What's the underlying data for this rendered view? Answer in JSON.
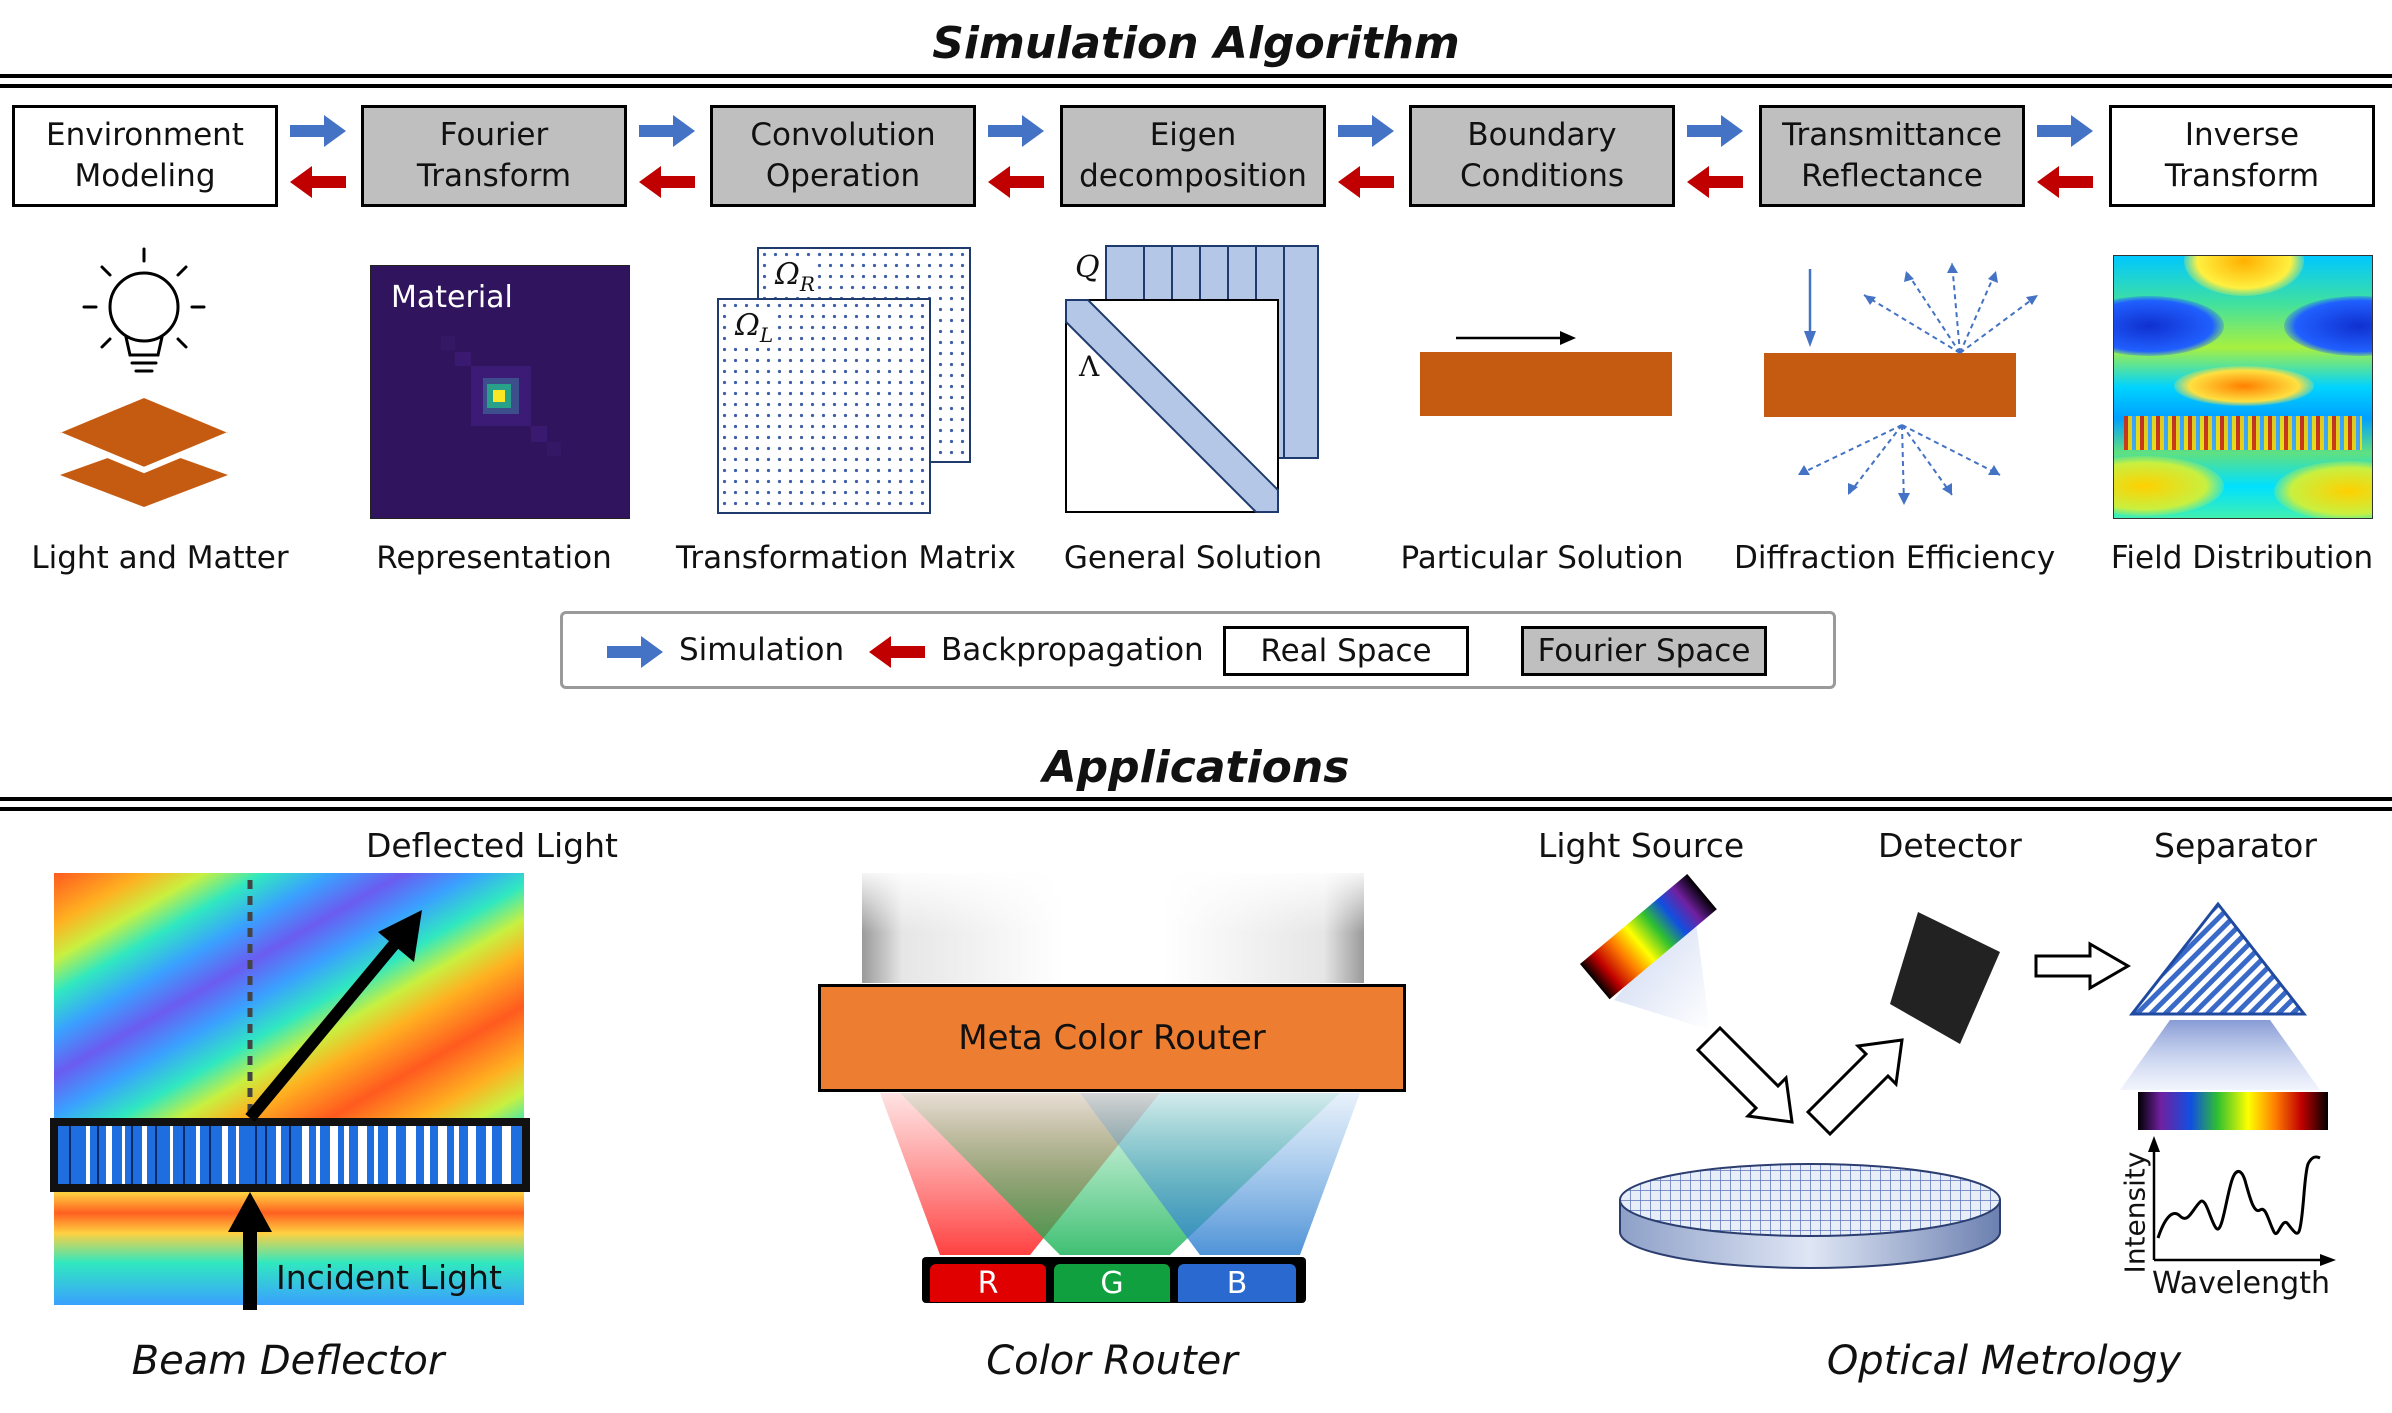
{
  "sections": {
    "simulation_title": "Simulation Algorithm",
    "applications_title": "Applications"
  },
  "pipeline": {
    "stages": [
      {
        "line1": "Environment",
        "line2": "Modeling",
        "space": "real"
      },
      {
        "line1": "Fourier",
        "line2": "Transform",
        "space": "fourier"
      },
      {
        "line1": "Convolution",
        "line2": "Operation",
        "space": "fourier"
      },
      {
        "line1": "Eigen",
        "line2": "decomposition",
        "space": "fourier"
      },
      {
        "line1": "Boundary",
        "line2": "Conditions",
        "space": "fourier"
      },
      {
        "line1": "Transmittance",
        "line2": "Reflectance",
        "space": "fourier"
      },
      {
        "line1": "Inverse",
        "line2": "Transform",
        "space": "real"
      }
    ],
    "captions": [
      "Light and Matter",
      "Representation",
      "Transformation Matrix",
      "General Solution",
      "Particular Solution",
      "Diffraction Efficiency",
      "Field Distribution"
    ],
    "material_label": "Material",
    "omega_r": "Ω",
    "omega_r_sub": "R",
    "omega_l": "Ω",
    "omega_l_sub": "L",
    "q_label": "Q",
    "lambda_label": "Λ"
  },
  "legend": {
    "simulation": "Simulation",
    "backpropagation": "Backpropagation",
    "real_space": "Real Space",
    "fourier_space": "Fourier Space"
  },
  "colors": {
    "simulation_arrow": "#4472c4",
    "backprop_arrow": "#c00000",
    "fourier_fill": "#bfbfbf",
    "material_orange": "#c55a11",
    "router_orange": "#ed7d31"
  },
  "applications": {
    "beam_deflector": {
      "caption": "Beam Deflector",
      "deflected": "Deflected Light",
      "incident": "Incident Light"
    },
    "color_router": {
      "caption": "Color Router",
      "router_label": "Meta Color Router",
      "pixels": [
        "R",
        "G",
        "B"
      ]
    },
    "optical_metrology": {
      "caption": "Optical Metrology",
      "light_source": "Light Source",
      "detector": "Detector",
      "separator": "Separator",
      "ylabel": "Intensity",
      "xlabel": "Wavelength"
    }
  }
}
